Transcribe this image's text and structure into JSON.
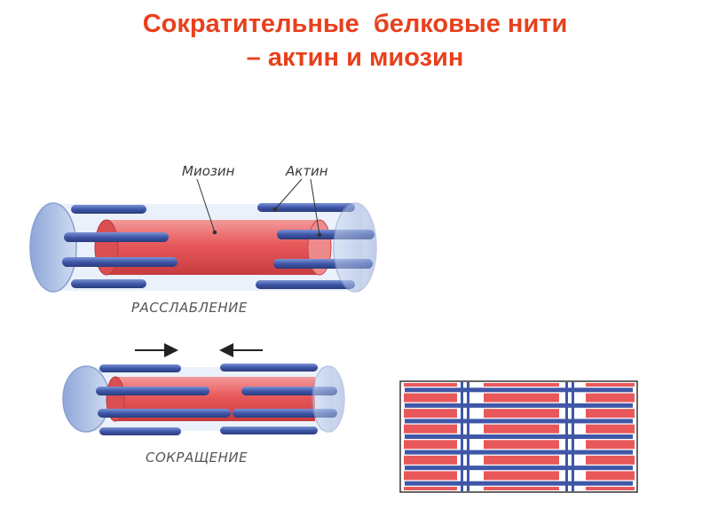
{
  "title": {
    "line1": "Сократительные  белковые нити",
    "line2": "– актин и миозин"
  },
  "labels": {
    "myosin": "Миозин",
    "actin": "Актин",
    "relaxation": "РАССЛАБЛЕНИЕ",
    "contraction": "СОКРАЩЕНИЕ"
  },
  "colors": {
    "title": "#e8401c",
    "myosin": "#e8585a",
    "actin": "#3f57a8",
    "sheath": "#9fb6e0"
  }
}
